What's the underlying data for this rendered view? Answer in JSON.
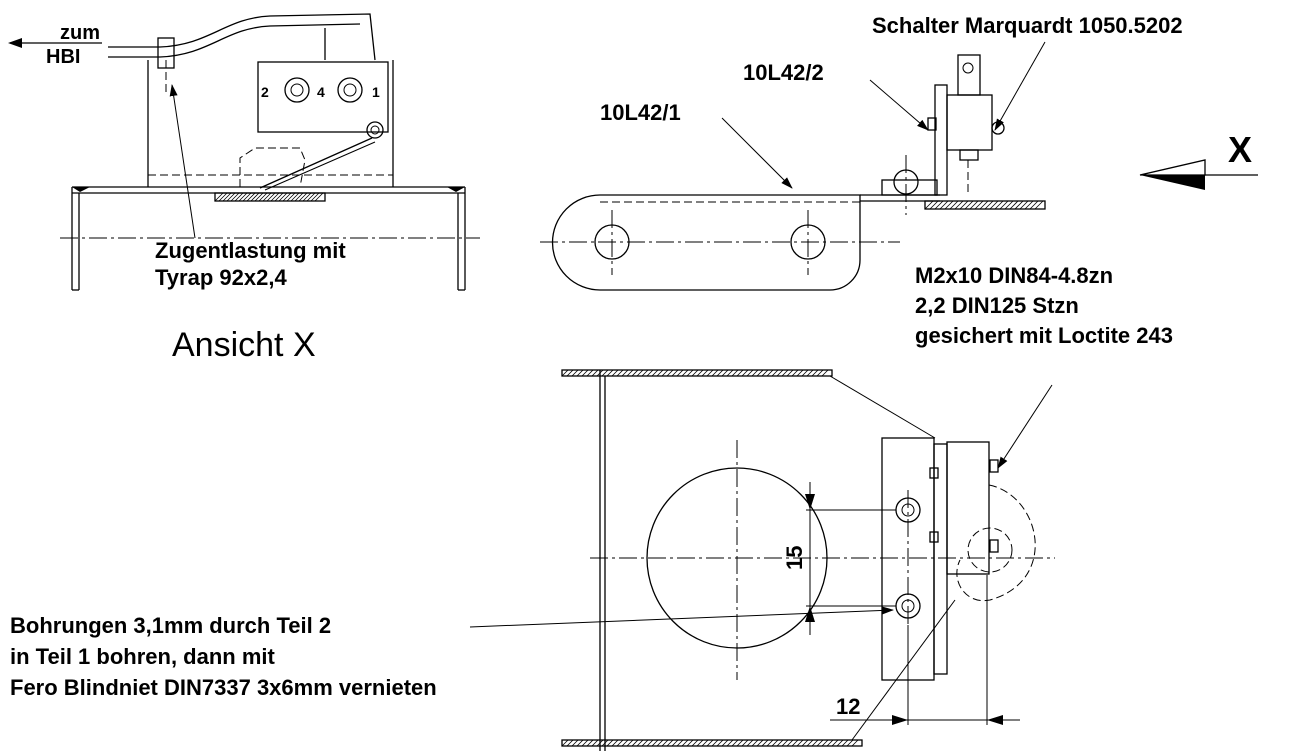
{
  "labels": {
    "zum": "zum",
    "hbi": "HBI",
    "terminal_2": "2",
    "terminal_4": "4",
    "terminal_1": "1",
    "zugentlastung_line1": "Zugentlastung mit",
    "zugentlastung_line2": "Tyrap 92x2,4",
    "ansicht": "Ansicht X",
    "schalter": "Schalter Marquardt 1050.5202",
    "part_2": "10L42/2",
    "part_1": "10L42/1",
    "view_x": "X",
    "screw_line1": "M2x10 DIN84-4.8zn",
    "screw_line2": "2,2 DIN125 Stzn",
    "screw_line3": "gesichert mit Loctite 243",
    "dim_15": "15",
    "dim_12": "12",
    "bohrungen_line1": "Bohrungen 3,1mm durch Teil 2",
    "bohrungen_line2": "in Teil 1 bohren, dann mit",
    "bohrungen_line3": "Fero Blindniet DIN7337 3x6mm vernieten"
  }
}
